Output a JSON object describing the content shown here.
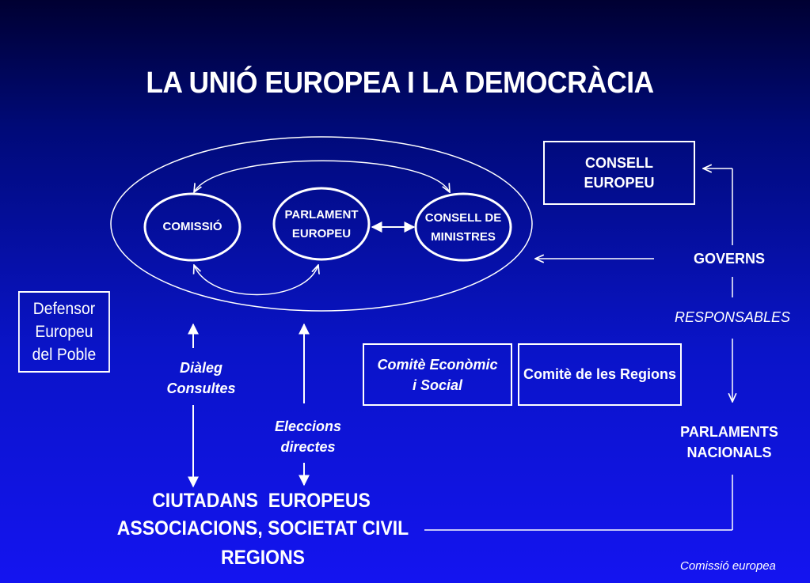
{
  "title": "LA UNIÓ EUROPEA I LA DEMOCRÀCIA",
  "institutions": {
    "comissio": "COMISSIÓ",
    "parlament_line1": "PARLAMENT",
    "parlament_line2": "EUROPEU",
    "consell_ministres_line1": "CONSELL DE",
    "consell_ministres_line2": "MINISTRES",
    "consell_europeu_line1": "CONSELL",
    "consell_europeu_line2": "EUROPEU"
  },
  "defensor": {
    "line1": "Defensor",
    "line2": "Europeu",
    "line3": "del Poble"
  },
  "dialeg": {
    "line1": "Diàleg",
    "line2": "Consultes"
  },
  "eleccions": {
    "line1": "Eleccions",
    "line2": "directes"
  },
  "comites": {
    "economic_line1": "Comitè Econòmic",
    "economic_line2": "i Social",
    "regions": "Comitè de les Regions"
  },
  "right_column": {
    "governs": "GOVERNS",
    "responsables": "RESPONSABLES",
    "parlaments_line1": "PARLAMENTS",
    "parlaments_line2": "NACIONALS"
  },
  "citizens": {
    "line1": "CIUTADANS  EUROPEUS",
    "line2": "ASSOCIACIONS, SOCIETAT CIVIL",
    "line3": "REGIONS"
  },
  "footer": "Comissió europea",
  "colors": {
    "background_top": "#000032",
    "background_bottom": "#1414f0",
    "line": "#ffffff"
  }
}
